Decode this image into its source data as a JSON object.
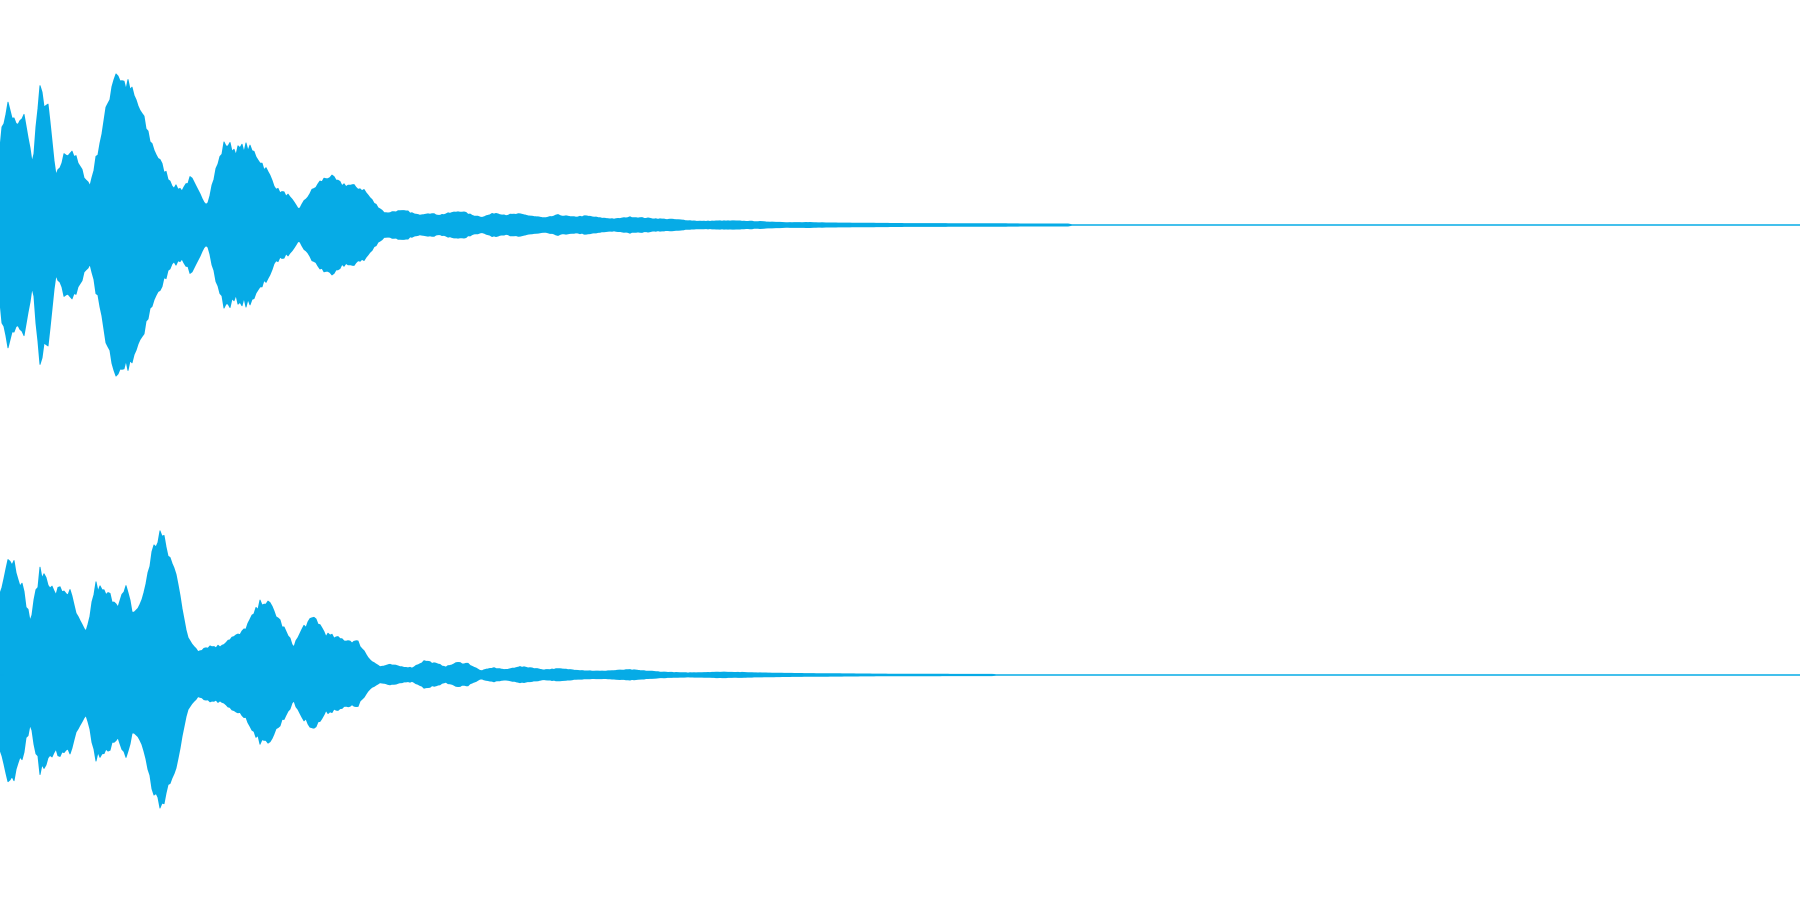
{
  "waveform": {
    "color": "#06ABE6",
    "channels": [
      {
        "name": "channel-left",
        "samples_shown": "envelope",
        "envelope": [
          [
            0.0,
            0.42
          ],
          [
            0.004,
            0.62
          ],
          [
            0.009,
            0.5
          ],
          [
            0.014,
            0.55
          ],
          [
            0.018,
            0.3
          ],
          [
            0.022,
            0.68
          ],
          [
            0.027,
            0.58
          ],
          [
            0.031,
            0.24
          ],
          [
            0.036,
            0.36
          ],
          [
            0.04,
            0.38
          ],
          [
            0.045,
            0.28
          ],
          [
            0.05,
            0.2
          ],
          [
            0.055,
            0.4
          ],
          [
            0.06,
            0.62
          ],
          [
            0.064,
            0.79
          ],
          [
            0.068,
            0.73
          ],
          [
            0.072,
            0.7
          ],
          [
            0.078,
            0.58
          ],
          [
            0.084,
            0.42
          ],
          [
            0.09,
            0.3
          ],
          [
            0.096,
            0.2
          ],
          [
            0.101,
            0.18
          ],
          [
            0.106,
            0.24
          ],
          [
            0.11,
            0.17
          ],
          [
            0.115,
            0.1
          ],
          [
            0.12,
            0.28
          ],
          [
            0.125,
            0.42
          ],
          [
            0.131,
            0.38
          ],
          [
            0.137,
            0.4
          ],
          [
            0.142,
            0.36
          ],
          [
            0.148,
            0.28
          ],
          [
            0.154,
            0.18
          ],
          [
            0.16,
            0.15
          ],
          [
            0.166,
            0.08
          ],
          [
            0.172,
            0.16
          ],
          [
            0.178,
            0.22
          ],
          [
            0.183,
            0.25
          ],
          [
            0.189,
            0.21
          ],
          [
            0.195,
            0.2
          ],
          [
            0.202,
            0.18
          ],
          [
            0.208,
            0.11
          ],
          [
            0.214,
            0.06
          ],
          [
            0.22,
            0.07
          ],
          [
            0.226,
            0.07
          ],
          [
            0.232,
            0.05
          ],
          [
            0.238,
            0.06
          ],
          [
            0.244,
            0.05
          ],
          [
            0.25,
            0.06
          ],
          [
            0.256,
            0.07
          ],
          [
            0.262,
            0.05
          ],
          [
            0.268,
            0.04
          ],
          [
            0.275,
            0.06
          ],
          [
            0.281,
            0.05
          ],
          [
            0.288,
            0.055
          ],
          [
            0.295,
            0.045
          ],
          [
            0.303,
            0.035
          ],
          [
            0.31,
            0.05
          ],
          [
            0.318,
            0.04
          ],
          [
            0.326,
            0.045
          ],
          [
            0.334,
            0.035
          ],
          [
            0.342,
            0.03
          ],
          [
            0.35,
            0.04
          ],
          [
            0.358,
            0.035
          ],
          [
            0.366,
            0.03
          ],
          [
            0.374,
            0.028
          ],
          [
            0.382,
            0.022
          ],
          [
            0.39,
            0.018
          ],
          [
            0.398,
            0.02
          ],
          [
            0.408,
            0.02
          ],
          [
            0.418,
            0.018
          ],
          [
            0.428,
            0.015
          ],
          [
            0.438,
            0.012
          ],
          [
            0.45,
            0.012
          ],
          [
            0.462,
            0.01
          ],
          [
            0.476,
            0.009
          ],
          [
            0.49,
            0.008
          ],
          [
            0.506,
            0.007
          ],
          [
            0.522,
            0.007
          ],
          [
            0.54,
            0.006
          ],
          [
            0.556,
            0.006
          ],
          [
            0.57,
            0.005
          ],
          [
            0.594,
            0.005
          ],
          [
            0.595,
            0.0
          ],
          [
            1.0,
            0.0
          ]
        ]
      },
      {
        "name": "channel-right",
        "samples_shown": "envelope",
        "envelope": [
          [
            0.0,
            0.4
          ],
          [
            0.004,
            0.58
          ],
          [
            0.008,
            0.55
          ],
          [
            0.012,
            0.44
          ],
          [
            0.017,
            0.26
          ],
          [
            0.022,
            0.5
          ],
          [
            0.026,
            0.48
          ],
          [
            0.03,
            0.4
          ],
          [
            0.034,
            0.42
          ],
          [
            0.039,
            0.4
          ],
          [
            0.043,
            0.28
          ],
          [
            0.048,
            0.2
          ],
          [
            0.053,
            0.44
          ],
          [
            0.058,
            0.4
          ],
          [
            0.062,
            0.38
          ],
          [
            0.066,
            0.35
          ],
          [
            0.07,
            0.42
          ],
          [
            0.074,
            0.3
          ],
          [
            0.079,
            0.36
          ],
          [
            0.084,
            0.58
          ],
          [
            0.089,
            0.7
          ],
          [
            0.094,
            0.58
          ],
          [
            0.099,
            0.46
          ],
          [
            0.104,
            0.18
          ],
          [
            0.11,
            0.12
          ],
          [
            0.116,
            0.14
          ],
          [
            0.122,
            0.14
          ],
          [
            0.128,
            0.18
          ],
          [
            0.134,
            0.2
          ],
          [
            0.14,
            0.28
          ],
          [
            0.146,
            0.37
          ],
          [
            0.151,
            0.33
          ],
          [
            0.157,
            0.24
          ],
          [
            0.163,
            0.14
          ],
          [
            0.169,
            0.24
          ],
          [
            0.175,
            0.28
          ],
          [
            0.181,
            0.2
          ],
          [
            0.187,
            0.18
          ],
          [
            0.193,
            0.17
          ],
          [
            0.199,
            0.16
          ],
          [
            0.205,
            0.08
          ],
          [
            0.211,
            0.04
          ],
          [
            0.217,
            0.05
          ],
          [
            0.223,
            0.04
          ],
          [
            0.229,
            0.035
          ],
          [
            0.236,
            0.07
          ],
          [
            0.242,
            0.055
          ],
          [
            0.248,
            0.04
          ],
          [
            0.254,
            0.06
          ],
          [
            0.26,
            0.055
          ],
          [
            0.267,
            0.02
          ],
          [
            0.274,
            0.035
          ],
          [
            0.281,
            0.025
          ],
          [
            0.288,
            0.04
          ],
          [
            0.295,
            0.035
          ],
          [
            0.302,
            0.025
          ],
          [
            0.31,
            0.03
          ],
          [
            0.318,
            0.025
          ],
          [
            0.326,
            0.02
          ],
          [
            0.334,
            0.018
          ],
          [
            0.342,
            0.022
          ],
          [
            0.35,
            0.025
          ],
          [
            0.358,
            0.02
          ],
          [
            0.366,
            0.015
          ],
          [
            0.374,
            0.012
          ],
          [
            0.382,
            0.01
          ],
          [
            0.392,
            0.012
          ],
          [
            0.402,
            0.014
          ],
          [
            0.412,
            0.012
          ],
          [
            0.422,
            0.01
          ],
          [
            0.434,
            0.008
          ],
          [
            0.446,
            0.007
          ],
          [
            0.46,
            0.006
          ],
          [
            0.476,
            0.005
          ],
          [
            0.494,
            0.004
          ],
          [
            0.512,
            0.004
          ],
          [
            0.53,
            0.003
          ],
          [
            0.552,
            0.003
          ],
          [
            0.553,
            0.0
          ],
          [
            1.0,
            0.0
          ]
        ]
      }
    ]
  }
}
